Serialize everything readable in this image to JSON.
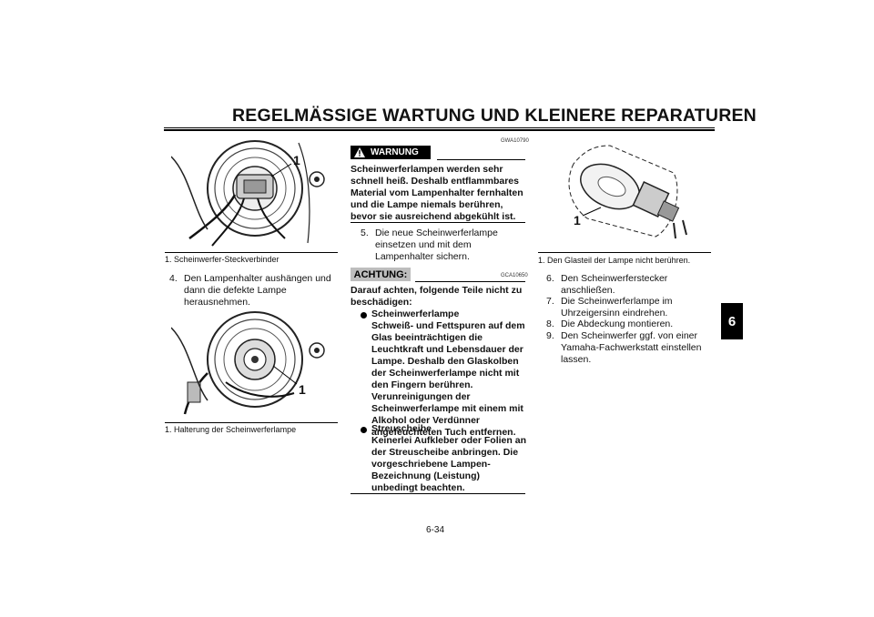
{
  "header": {
    "title": "REGELMÄSSIGE WARTUNG UND KLEINERE REPARATUREN"
  },
  "chapter_tab": "6",
  "figures": {
    "fig1": {
      "callout": "1",
      "caption": "1.  Scheinwerfer-Steckverbinder"
    },
    "fig2": {
      "callout": "1",
      "caption": "1.  Halterung der Scheinwerferlampe"
    },
    "fig3": {
      "callout": "1",
      "caption": "1.  Den Glasteil der Lampe nicht berühren."
    }
  },
  "left_steps": [
    {
      "num": "4.",
      "text": "Den Lampenhalter aushängen und dann die defekte Lampe herausnehmen."
    }
  ],
  "warning": {
    "code": "GWA10790",
    "label": "WARNUNG",
    "text": "Scheinwerferlampen werden sehr schnell heiß. Deshalb entflammbares Material vom Lampenhalter fernhalten und die Lampe niemals berühren, bevor sie ausreichend abgekühlt ist."
  },
  "middle_steps": [
    {
      "num": "5.",
      "text": "Die neue Scheinwerferlampe einsetzen und mit dem Lampenhalter sichern."
    }
  ],
  "caution": {
    "code": "GCA10650",
    "label": "ACHTUNG:",
    "intro": "Darauf achten, folgende Teile nicht zu beschädigen:",
    "items": [
      {
        "title": "Scheinwerferlampe",
        "text": "Schweiß- und Fettspuren auf dem Glas beeinträchtigen die Leuchtkraft und Lebensdauer der Lampe. Deshalb den Glaskolben der Scheinwerferlampe nicht mit den Fingern berühren. Verunreinigungen der Scheinwerferlampe mit einem mit Alkohol oder Verdünner angefeuchteten Tuch entfernen."
      },
      {
        "title": "Streuscheibe",
        "text": "Keinerlei Aufkleber oder Folien an der Streuscheibe anbringen. Die vorgeschriebene Lampen-Bezeichnung (Leistung) unbedingt beachten."
      }
    ]
  },
  "right_steps": [
    {
      "num": "6.",
      "text": "Den Scheinwerferstecker anschließen."
    },
    {
      "num": "7.",
      "text": "Die Scheinwerferlampe im Uhrzeigersinn eindrehen."
    },
    {
      "num": "8.",
      "text": "Die Abdeckung montieren."
    },
    {
      "num": "9.",
      "text": "Den Scheinwerfer ggf. von einer Yamaha-Fachwerkstatt einstellen lassen."
    }
  ],
  "page_number": "6-34"
}
